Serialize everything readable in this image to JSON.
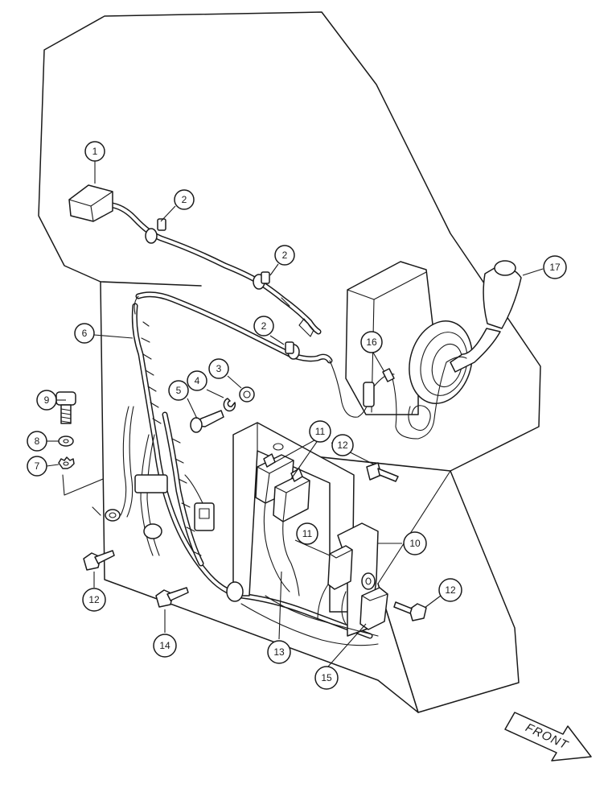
{
  "callouts": [
    {
      "id": "c1",
      "label": "1"
    },
    {
      "id": "c2a",
      "label": "2"
    },
    {
      "id": "c2b",
      "label": "2"
    },
    {
      "id": "c2c",
      "label": "2"
    },
    {
      "id": "c3",
      "label": "3"
    },
    {
      "id": "c4",
      "label": "4"
    },
    {
      "id": "c5",
      "label": "5"
    },
    {
      "id": "c6",
      "label": "6"
    },
    {
      "id": "c7",
      "label": "7"
    },
    {
      "id": "c8",
      "label": "8"
    },
    {
      "id": "c9",
      "label": "9"
    },
    {
      "id": "c10",
      "label": "10"
    },
    {
      "id": "c11a",
      "label": "11"
    },
    {
      "id": "c11b",
      "label": "11"
    },
    {
      "id": "c12a",
      "label": "12"
    },
    {
      "id": "c12b",
      "label": "12"
    },
    {
      "id": "c12c",
      "label": "12"
    },
    {
      "id": "c13",
      "label": "13"
    },
    {
      "id": "c14",
      "label": "14"
    },
    {
      "id": "c15",
      "label": "15"
    },
    {
      "id": "c16",
      "label": "16"
    },
    {
      "id": "c17",
      "label": "17"
    }
  ],
  "direction_arrow": {
    "label": "FRONT"
  }
}
